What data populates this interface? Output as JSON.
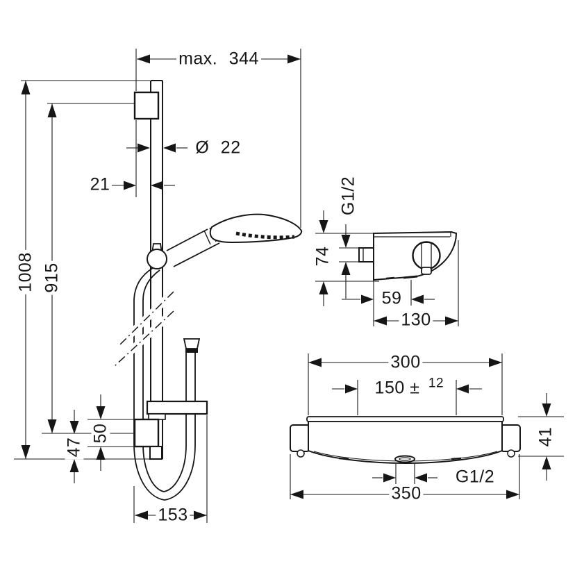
{
  "drawing": {
    "type": "technical-dimension-drawing",
    "subject": "shower set with slide bar, hand shower, hose and thermostatic mixer",
    "line_color": "#161616",
    "background": "#ffffff",
    "views": [
      "slide-bar-front-view",
      "mixer-side-view",
      "mixer-front-view"
    ]
  },
  "dims": {
    "max_width": "max. 344",
    "rail_diameter": "Ø 22",
    "rail_offset": "21",
    "total_height": "1008",
    "bracket_distance": "915",
    "bracket_height": "50",
    "bracket_bottom_offset": "47",
    "hose_loop_width": "153",
    "side_thread": "G1/2",
    "side_height": "74",
    "side_outlet_depth": "59",
    "side_depth": "130",
    "front_body_width": "300",
    "front_connection_spacing": "150 ±",
    "front_connection_tolerance": "12",
    "front_height": "41",
    "front_outlet_thread": "G1/2",
    "front_total_width": "350"
  }
}
